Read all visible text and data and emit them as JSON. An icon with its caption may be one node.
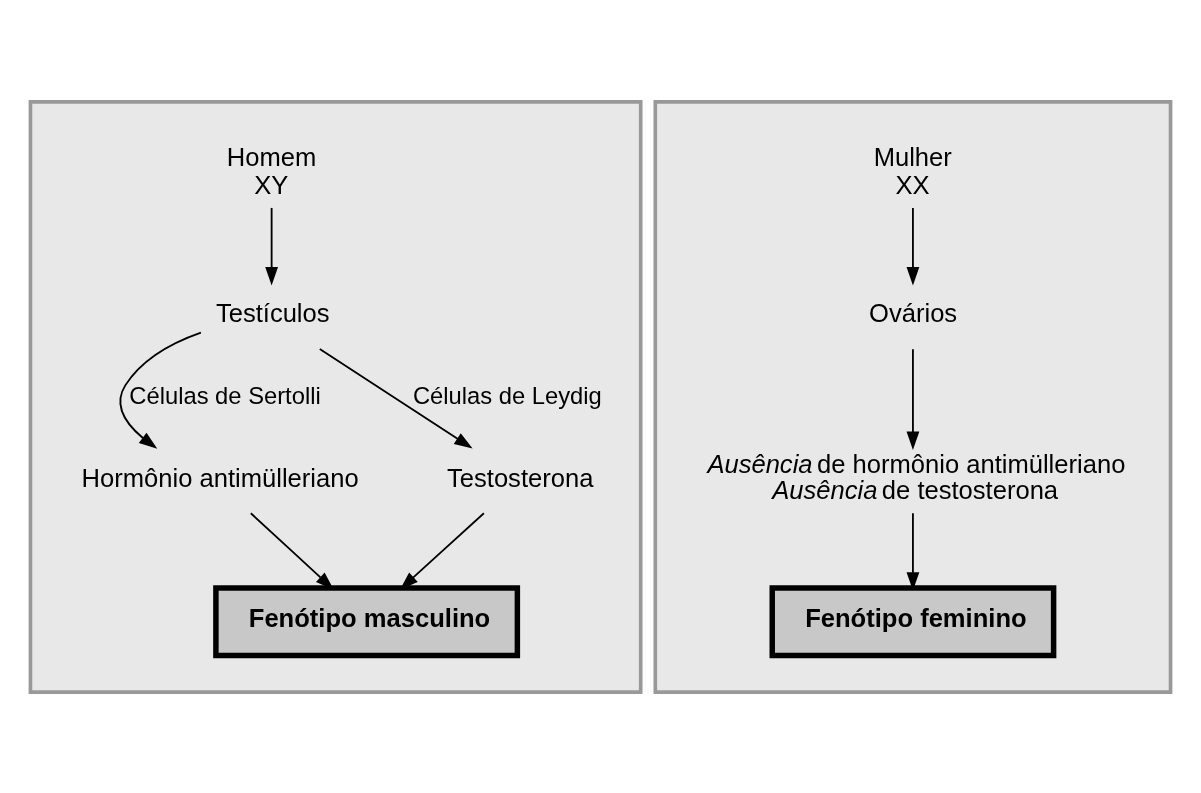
{
  "diagram": {
    "nodes": [
      {
        "text": [],
        "shape": "box"
      },
      {
        "text": [
          "Homem",
          "XY"
        ],
        "in": 0
      },
      {
        "text": [
          "Testículos"
        ],
        "in": 0
      },
      {
        "text": [
          "Hormônio antimülleriano"
        ],
        "in": 0
      },
      {
        "text": [
          "Testosterona"
        ],
        "in": 0
      },
      {
        "text": [
          "Fenótipo masculino"
        ],
        "in": 0
      },
      {
        "text": [],
        "shape": "box"
      },
      {
        "text": [
          "Mulher",
          "XX"
        ],
        "in": 6
      },
      {
        "text": [
          "Ovários"
        ],
        "in": 6
      },
      {
        "text": [
          "*Ausência* de hormônio antimülleriano",
          "*Ausência* de testosterona"
        ],
        "in": 6
      },
      {
        "text": [
          "Fenótipo feminino"
        ],
        "in": 6
      }
    ],
    "edges": [
      {
        "from": 1,
        "to": 2,
        "arrow": "to"
      },
      {
        "from": 2,
        "to": 3,
        "arrow": "to",
        "label": "Células de Sertolli"
      },
      {
        "from": 2,
        "to": 4,
        "arrow": "to",
        "label": "Células de Leydig"
      },
      {
        "from": 3,
        "to": 5,
        "arrow": "to"
      },
      {
        "from": 4,
        "to": 5,
        "arrow": "to"
      },
      {
        "from": 7,
        "to": 8,
        "arrow": "to"
      },
      {
        "from": 8,
        "to": 9,
        "arrow": "to"
      },
      {
        "from": 9,
        "to": 10,
        "arrow": "to"
      }
    ]
  }
}
